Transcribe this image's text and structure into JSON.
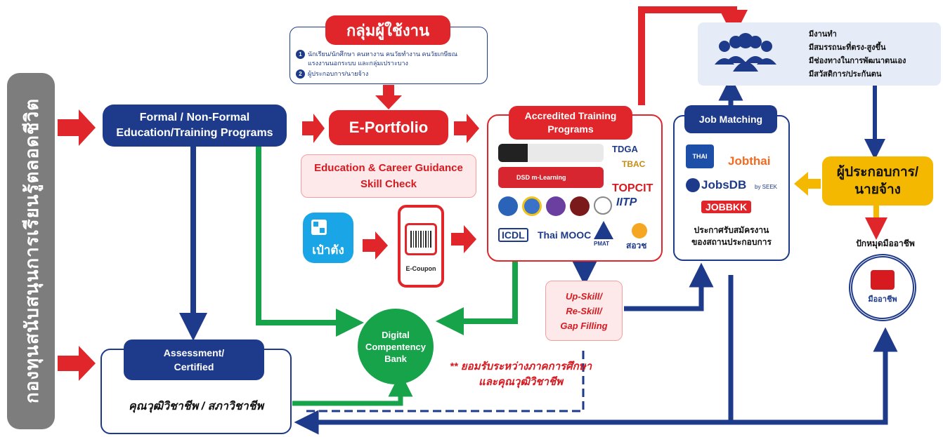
{
  "sidebar": {
    "label": "กองทุนสนับสนุนการเรียนรู้ตลอดชีวิต"
  },
  "user_group": {
    "title": "กลุ่มผู้ใช้งาน",
    "item1_num": "1",
    "item1_line1": "นักเรียน/นักศึกษา คนหางาน คนวัยทำงาน คนวัยเกษียณ",
    "item1_line2": "แรงงานนอกระบบ และกลุ่มเปราะบาง",
    "item2_num": "2",
    "item2": "ผู้ประกอบการ/นายจ้าง"
  },
  "formal": {
    "line1": "Formal / Non-Formal",
    "line2": "Education/Training Programs"
  },
  "eportfolio": {
    "label": "E-Portfolio"
  },
  "guidance": {
    "line1": "Education & Career Guidance",
    "line2": "Skill Check"
  },
  "paotang": {
    "label": "เป๋าตัง"
  },
  "ecoupon": {
    "label": "E-Coupon"
  },
  "accredited": {
    "line1": "Accredited Training",
    "line2": "Programs",
    "logos": {
      "tdga": "TDGA",
      "tbac": "TBAC",
      "dsd": "DSD m-Learning",
      "topcit": "TOPCIT",
      "iitp": "IITP",
      "icdl": "ICDL",
      "thaimooc": "Thai MOOC",
      "pmat": "PMAT",
      "sorwor": "สอวช"
    }
  },
  "upskill": {
    "line1": "Up-Skill/",
    "line2": "Re-Skill/",
    "line3": "Gap Filling"
  },
  "digital_bank": {
    "line1": "Digital",
    "line2": "Compentency",
    "line3": "Bank"
  },
  "note": {
    "line1": "** ยอมรับระหว่างภาคการศึกษา",
    "line2": "และคุณวุฒิวิชาชีพ"
  },
  "assessment": {
    "line1": "Assessment/",
    "line2": "Certified",
    "body": "คุณวุฒิวิชาชีพ / สภาวิชาชีพ"
  },
  "job_matching": {
    "title": "Job Matching",
    "logos": {
      "thai": "THAI",
      "jobthai": "Jobthai",
      "jobsdb": "JobsDB",
      "jobsdb_by": "by SEEK",
      "jobbkk": "JOBBKK"
    },
    "caption1": "ประกาศรับสมัครงาน",
    "caption2": "ของสถานประกอบการ"
  },
  "benefits": [
    "มีงานทำ",
    "มีสมรรถนะที่ตรง-สูงขึ้น",
    "มีช่องทางในการพัฒนาตนเอง",
    "มีสวัสดิการ/ประกันตน"
  ],
  "employer": {
    "line1": "ผู้ประกอบการ/",
    "line2": "นายจ้าง"
  },
  "pin": {
    "label": "ปักหมุดมืออาชีพ",
    "seal": "มืออาชีพ"
  },
  "colors": {
    "red": "#e0262b",
    "blue": "#1e3a8a",
    "green": "#16a34a",
    "yellow": "#f5b800",
    "gray": "#7d7d7d"
  }
}
